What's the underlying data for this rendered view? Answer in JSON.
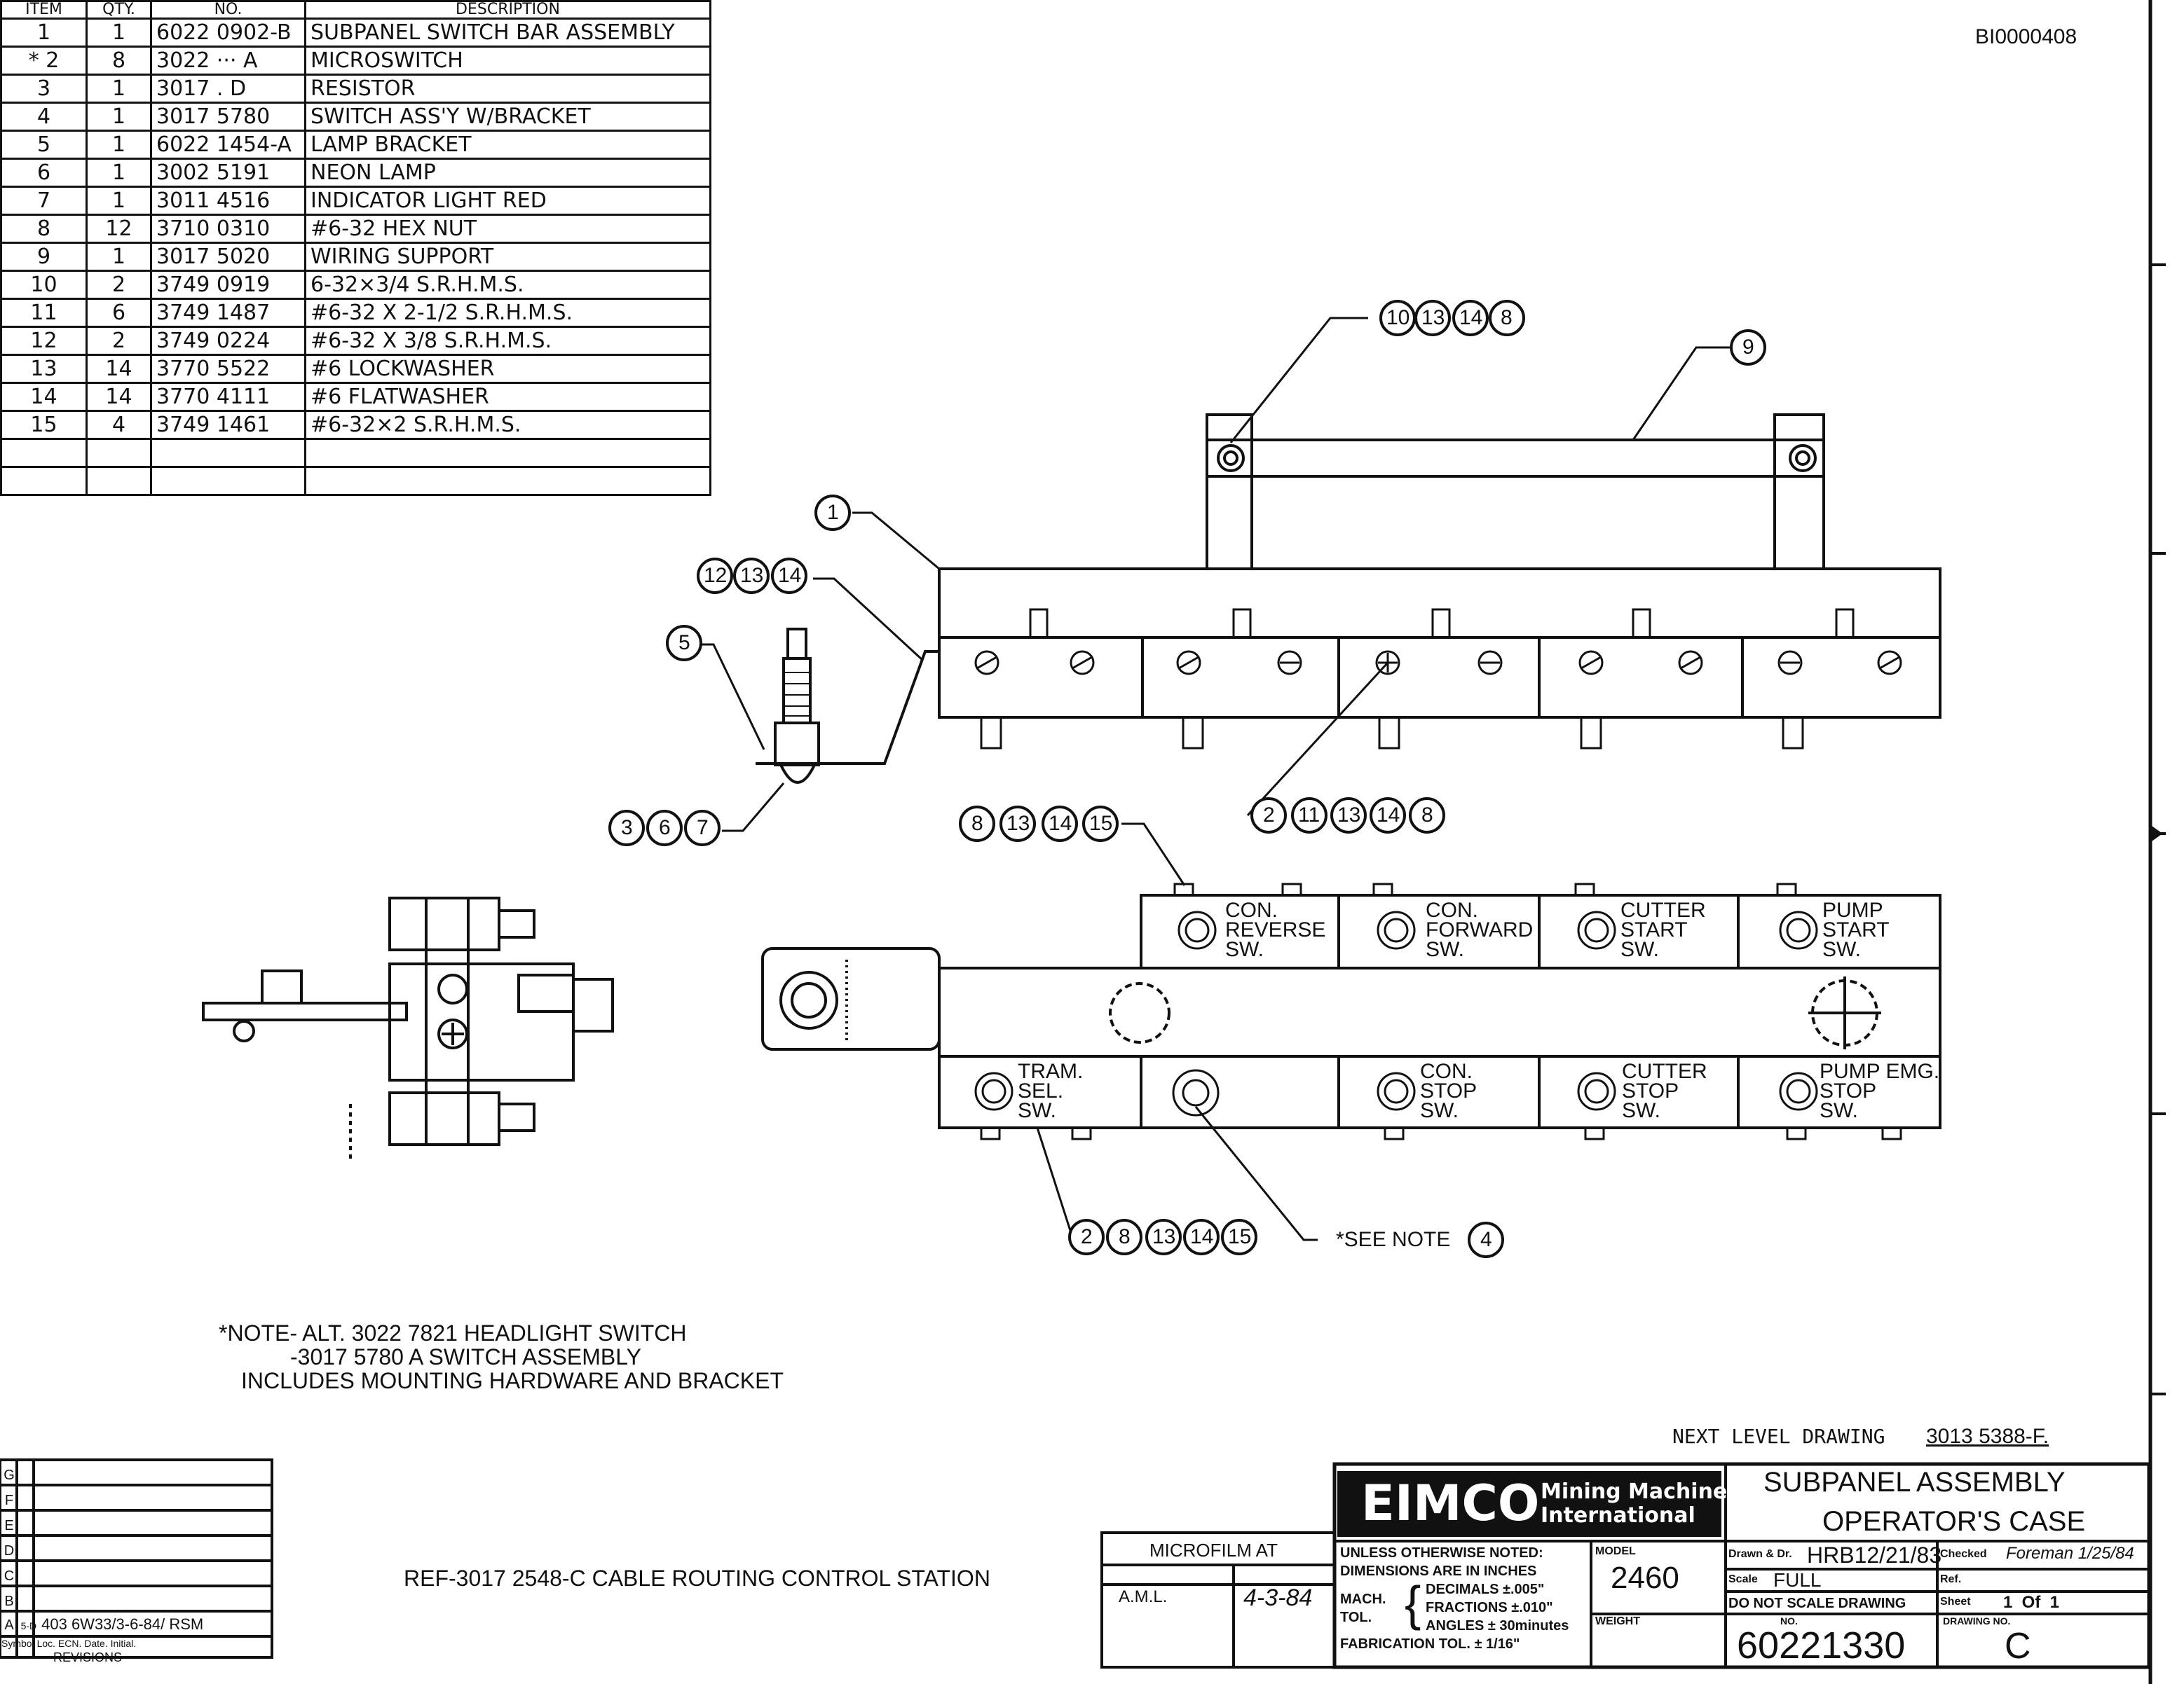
{
  "document_id": "BI0000408",
  "bom": {
    "headers": [
      "ITEM",
      "QTY.",
      "NO.",
      "DESCRIPTION"
    ],
    "rows": [
      {
        "item": "1",
        "qty": "1",
        "part": "6022 0902-B",
        "desc": "SUBPANEL SWITCH BAR ASSEMBLY"
      },
      {
        "item": "* 2",
        "qty": "8",
        "part": "3022 ··· A",
        "desc": "MICROSWITCH"
      },
      {
        "item": "3",
        "qty": "1",
        "part": "3017 .     D",
        "desc": "RESISTOR"
      },
      {
        "item": "4",
        "qty": "1",
        "part": "3017 5780",
        "desc": "SWITCH ASS'Y W/BRACKET"
      },
      {
        "item": "5",
        "qty": "1",
        "part": "6022 1454-A",
        "desc": "LAMP BRACKET"
      },
      {
        "item": "6",
        "qty": "1",
        "part": "3002 5191",
        "desc": "NEON LAMP"
      },
      {
        "item": "7",
        "qty": "1",
        "part": "3011 4516",
        "desc": "INDICATOR LIGHT RED"
      },
      {
        "item": "8",
        "qty": "12",
        "part": "3710 0310",
        "desc": "#6-32 HEX NUT"
      },
      {
        "item": "9",
        "qty": "1",
        "part": "3017 5020",
        "desc": "WIRING SUPPORT"
      },
      {
        "item": "10",
        "qty": "2",
        "part": "3749 0919",
        "desc": "6-32×3/4 S.R.H.M.S."
      },
      {
        "item": "11",
        "qty": "6",
        "part": "3749 1487",
        "desc": "#6-32 X 2-1/2 S.R.H.M.S."
      },
      {
        "item": "12",
        "qty": "2",
        "part": "3749 0224",
        "desc": "#6-32 X 3/8 S.R.H.M.S."
      },
      {
        "item": "13",
        "qty": "14",
        "part": "3770 5522",
        "desc": "#6 LOCKWASHER"
      },
      {
        "item": "14",
        "qty": "14",
        "part": "3770 4111",
        "desc": "#6 FLATWASHER"
      },
      {
        "item": "15",
        "qty": "4",
        "part": "3749 1461",
        "desc": "#6-32×2 S.R.H.M.S."
      }
    ]
  },
  "callouts": {
    "c1": [
      "1"
    ],
    "c9": [
      "9"
    ],
    "c5": [
      "5"
    ],
    "c10": [
      "10",
      "13",
      "14",
      "8"
    ],
    "c12": [
      "12",
      "13",
      "14"
    ],
    "c367": [
      "3",
      "6",
      "7"
    ],
    "c211": [
      "2",
      "11",
      "13",
      "14",
      "8"
    ],
    "c8131415": [
      "8",
      "13",
      "14",
      "15"
    ],
    "c2bottom": [
      "2",
      "8",
      "13",
      "14",
      "15"
    ],
    "note4": [
      "4"
    ]
  },
  "switch_labels": {
    "top_row": [
      [
        "CON.",
        "REVERSE",
        "SW."
      ],
      [
        "CON.",
        "FORWARD",
        "SW."
      ],
      [
        "CUTTER",
        "START",
        "SW."
      ],
      [
        "PUMP",
        "START",
        "SW."
      ]
    ],
    "bottom_row": [
      [
        "TRAM.",
        "SEL.",
        "SW."
      ],
      [
        "CON.",
        "STOP",
        "SW."
      ],
      [
        "CUTTER",
        "STOP",
        "SW."
      ],
      [
        "PUMP EMG.",
        "STOP",
        "SW."
      ]
    ]
  },
  "see_note_label": "*SEE NOTE",
  "note_lines": [
    "*NOTE- ALT. 3022 7821 HEADLIGHT SWITCH",
    "-3017 5780 A SWITCH ASSEMBLY",
    "INCLUDES MOUNTING HARDWARE AND BRACKET"
  ],
  "reference": "REF-3017 2548-C CABLE ROUTING CONTROL STATION",
  "revisions": {
    "letters": [
      "G",
      "F",
      "E",
      "D",
      "C",
      "B"
    ],
    "row_a": {
      "sym": "A",
      "loc": "5-D",
      "text": "403 6W33/3-6-84/ RSM"
    },
    "legend": "Symbol Loc. ECN. Date. Initial.",
    "title": "REVISIONS"
  },
  "microfilm": {
    "title": "MICROFILM AT",
    "aml_label": "A.M.L.",
    "aml_value": "4-3-84"
  },
  "title_block": {
    "next_level_label": "NEXT LEVEL DRAWING",
    "next_level_value": "3013 5388-F.",
    "title_line1": "SUBPANEL ASSEMBLY",
    "title_line2": "OPERATOR'S CASE",
    "company": "EIMCO",
    "company_sub1": "Mining Machinery",
    "company_sub2": "International",
    "tolerance_lines": [
      "UNLESS OTHERWISE NOTED:",
      "DIMENSIONS ARE IN INCHES",
      "MACH.",
      "TOL.",
      "DECIMALS ±.005\"",
      "FRACTIONS ±.010\"",
      "ANGLES ± 30minutes",
      "FABRICATION TOL. ± 1/16\""
    ],
    "model_label": "MODEL",
    "model_value": "2460",
    "weight_label": "WEIGHT",
    "drawn_label": "Drawn & Dr.",
    "drawn_value": "HRB12/21/83",
    "checked_label": "Checked",
    "checked_value": "Foreman 1/25/84",
    "scale_label": "Scale",
    "scale_value": "FULL",
    "ref_label": "Ref.",
    "do_not_scale": "DO NOT SCALE DRAWING",
    "sheet_label": "Sheet",
    "sheet_value": "1  Of  1",
    "no_label": "NO.",
    "no_value": "60221330",
    "drawing_no_label": "DRAWING NO.",
    "drawing_no_value": "C"
  }
}
